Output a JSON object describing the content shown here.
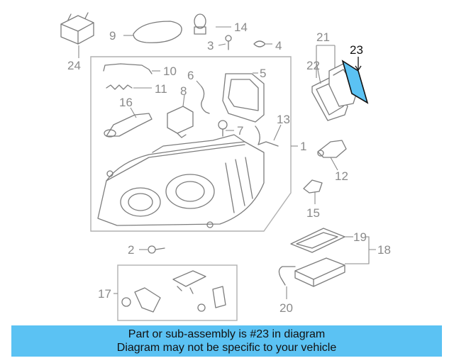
{
  "diagram": {
    "highlight_part": "23",
    "highlight_color": "#5bc2f3",
    "callouts": [
      "1",
      "2",
      "3",
      "4",
      "5",
      "6",
      "7",
      "8",
      "9",
      "10",
      "11",
      "12",
      "13",
      "14",
      "15",
      "16",
      "17",
      "18",
      "19",
      "20",
      "21",
      "22",
      "23",
      "24"
    ]
  },
  "banner": {
    "line1": "Part or sub-assembly is #23 in diagram",
    "line2": "Diagram may not be specific to your vehicle",
    "background": "#5bc2f3"
  }
}
